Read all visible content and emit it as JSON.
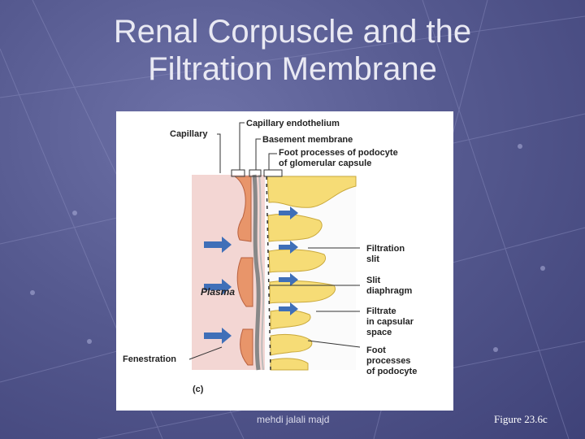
{
  "slide": {
    "title_line1": "Renal Corpuscle and the",
    "title_line2": "Filtration Membrane"
  },
  "figure": {
    "panel_label": "(c)",
    "labels": {
      "capillary": "Capillary",
      "capillary_endothelium": "Capillary endothelium",
      "basement_membrane": "Basement membrane",
      "foot_processes_line1": "Foot processes of podocyte",
      "foot_processes_line2": "of glomerular capsule",
      "filtration_slit_line1": "Filtration",
      "filtration_slit_line2": "slit",
      "slit_diaphragm_line1": "Slit",
      "slit_diaphragm_line2": "diaphragm",
      "filtrate_line1": "Filtrate",
      "filtrate_line2": "in capsular",
      "filtrate_line3": "space",
      "podocyte_foot_line1": "Foot",
      "podocyte_foot_line2": "processes",
      "podocyte_foot_line3": "of podocyte",
      "plasma": "Plasma",
      "fenestration": "Fenestration"
    },
    "colors": {
      "plasma": "#f3d6d3",
      "endothelium": "#e8956a",
      "podocyte": "#f6dc76",
      "arrow": "#3f6fb8"
    }
  },
  "footer": {
    "author": "mehdi jalali majd",
    "figure_ref": "Figure 23.6c"
  }
}
